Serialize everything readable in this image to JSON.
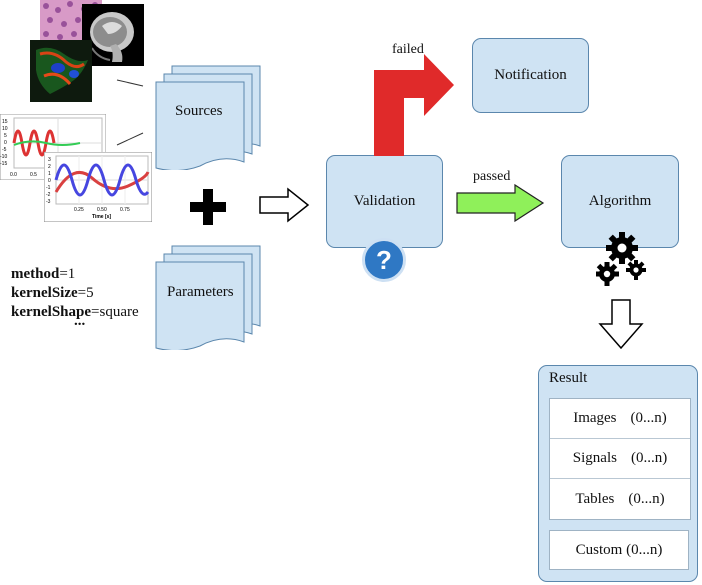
{
  "labels": {
    "sources": "Sources",
    "parameters": "Parameters",
    "validation": "Validation",
    "notification": "Notification",
    "algorithm": "Algorithm",
    "failed": "failed",
    "passed": "passed",
    "validation_badge": "?"
  },
  "parameters": [
    {
      "name": "method",
      "value": "=1"
    },
    {
      "name": "kernelSize",
      "value": "=5"
    },
    {
      "name": "kernelShape",
      "value": "=square"
    }
  ],
  "parameters_more": "...",
  "plot_thumbnail": {
    "back_y_ticks": [
      "15",
      "10",
      "5",
      "0",
      "-5",
      "-10",
      "-15"
    ],
    "back_x_ticks": [
      "0.0",
      "0.5"
    ],
    "front_y_ticks": [
      "3",
      "2",
      "1",
      "0",
      "-1",
      "-2",
      "-3"
    ],
    "front_x_ticks": [
      "0.25",
      "0.50",
      "0.75"
    ],
    "front_xlabel": "Time [s]"
  },
  "result": {
    "title": "Result",
    "items": [
      {
        "name": "Images",
        "count": "(0...n)"
      },
      {
        "name": "Signals",
        "count": "(0...n)"
      },
      {
        "name": "Tables",
        "count": "(0...n)"
      }
    ],
    "custom": "Custom (0...n)"
  },
  "colors": {
    "box_fill": "#cfe3f3",
    "box_border": "#5b87ad",
    "failed_arrow": "#e02a2a",
    "passed_arrow": "#8ff05a",
    "badge": "#2f78c4"
  }
}
